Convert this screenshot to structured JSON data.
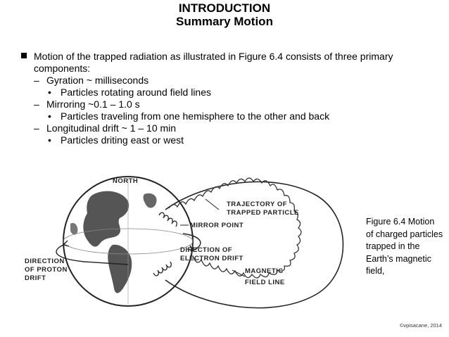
{
  "slide": {
    "title": "INTRODUCTION",
    "subtitle": "Summary Motion",
    "bullet_main": "Motion of the trapped radiation as illustrated in Figure 6.4 consists of three primary components:",
    "items": [
      {
        "dash": "–",
        "text": "Gyration  ~ milliseconds",
        "sub": "Particles rotating around field lines"
      },
      {
        "dash": "–",
        "text": "Mirroring ~0.1 – 1.0 s",
        "sub": "Particles traveling from one hemisphere to the other and back"
      },
      {
        "dash": "–",
        "text": "Longitudinal drift  ~ 1 – 10 min",
        "sub": "Particles driting east or west"
      }
    ],
    "caption": "Figure 6.4 Motion of charged particles trapped in the Earth’s magnetic field,",
    "copyright": "©vpisacane, 2014"
  },
  "figure": {
    "labels": {
      "north": "NORTH",
      "trajectory_1": "TRAJECTORY OF",
      "trajectory_2": "TRAPPED PARTICLE",
      "mirror": "MIRROR POINT",
      "electron_1": "DIRECTION OF",
      "electron_2": "ELECTRON DRIFT",
      "proton_1": "DIRECTION",
      "proton_2": "OF PROTON",
      "proton_3": "DRIFT",
      "field_1": "MAGNETIC",
      "field_2": "FIELD LINE"
    }
  }
}
